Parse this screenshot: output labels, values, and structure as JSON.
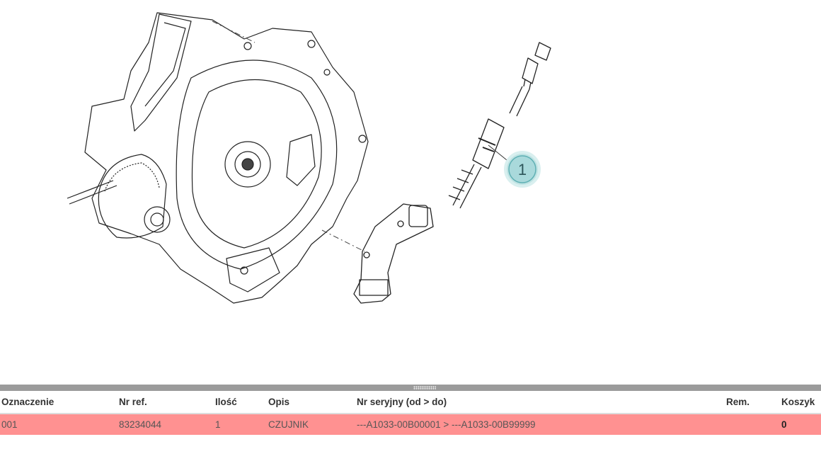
{
  "diagram": {
    "callouts": [
      {
        "label": "1"
      }
    ]
  },
  "table": {
    "headers": {
      "designation": "Oznaczenie",
      "ref": "Nr ref.",
      "qty": "Ilość",
      "description": "Opis",
      "serial": "Nr seryjny (od > do)",
      "remark": "Rem.",
      "cart": "Koszyk"
    },
    "rows": [
      {
        "designation": "001",
        "ref": "83234044",
        "qty": "1",
        "description": "CZUJNIK",
        "serial": "---A1033-00B00001 > ---A1033-00B99999",
        "remark": "",
        "cart": "0"
      }
    ]
  },
  "colors": {
    "selected_row": "#ff9191",
    "splitter": "#9b9b9b",
    "callout_fill": "#bfe3e3",
    "callout_stroke": "#5fb0b4"
  }
}
